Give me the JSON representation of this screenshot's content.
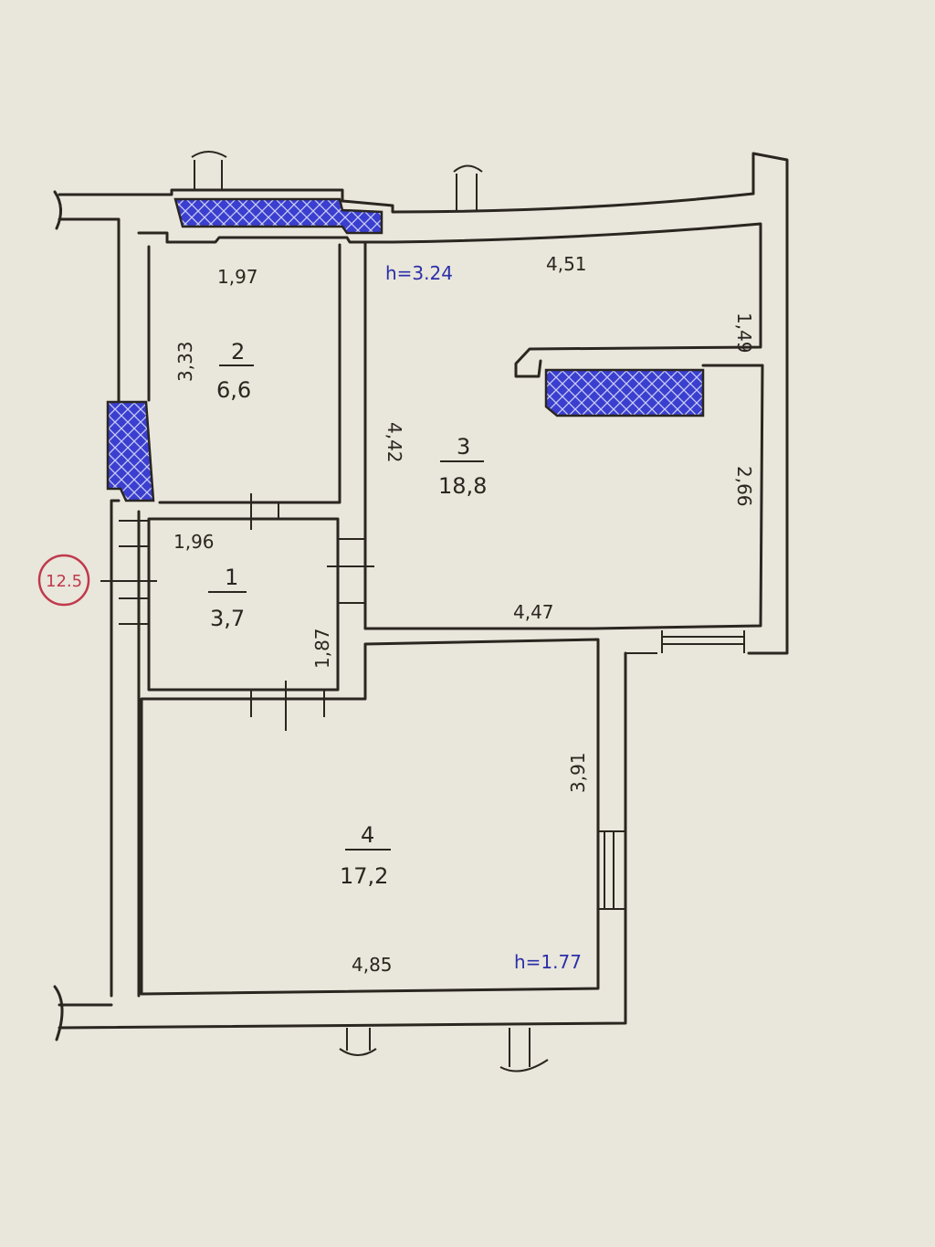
{
  "plan": {
    "ceiling_height_top": "h=3.24",
    "ceiling_height_bottom": "h=1.77",
    "apartment_marker": "12.5",
    "rooms": [
      {
        "number": "1",
        "area": "3,7",
        "dims": [
          "1,96",
          "1,87"
        ]
      },
      {
        "number": "2",
        "area": "6,6",
        "dims": [
          "1,97",
          "3,33"
        ]
      },
      {
        "number": "3",
        "area": "18,8",
        "dims": [
          "4,51",
          "1,49",
          "2,66",
          "4,47",
          "4,42"
        ]
      },
      {
        "number": "4",
        "area": "17,2",
        "dims": [
          "3,91",
          "4,85"
        ]
      }
    ],
    "colors": {
      "paper": "#e9e6dc",
      "ink": "#2a2620",
      "hatch": "#2b2fa8",
      "marker": "#c0394a"
    }
  }
}
